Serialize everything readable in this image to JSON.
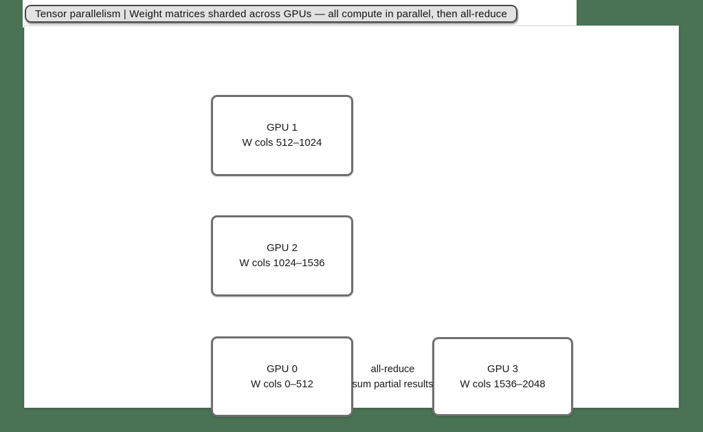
{
  "window": {
    "title": "Tensor parallelism | Weight matrices sharded across GPUs — all compute in parallel, then all-reduce"
  },
  "diagram": {
    "nodes": {
      "gpu1": {
        "name": "GPU 1",
        "shard": "W cols 512–1024"
      },
      "gpu2": {
        "name": "GPU 2",
        "shard": "W cols 1024–1536"
      },
      "gpu0": {
        "name": "GPU 0",
        "shard": "W cols 0–512"
      },
      "gpu3": {
        "name": "GPU 3",
        "shard": "W cols 1536–2048"
      }
    },
    "edge_label": {
      "line1": "all-reduce",
      "line2": "sum partial results"
    }
  },
  "colors": {
    "background_green": "#4a7254",
    "canvas_background": "#ffffff",
    "node_border_gray": "#6f6f6f",
    "pill_background": "#e2e2e2",
    "pill_border": "#474747",
    "text": "#161616"
  }
}
